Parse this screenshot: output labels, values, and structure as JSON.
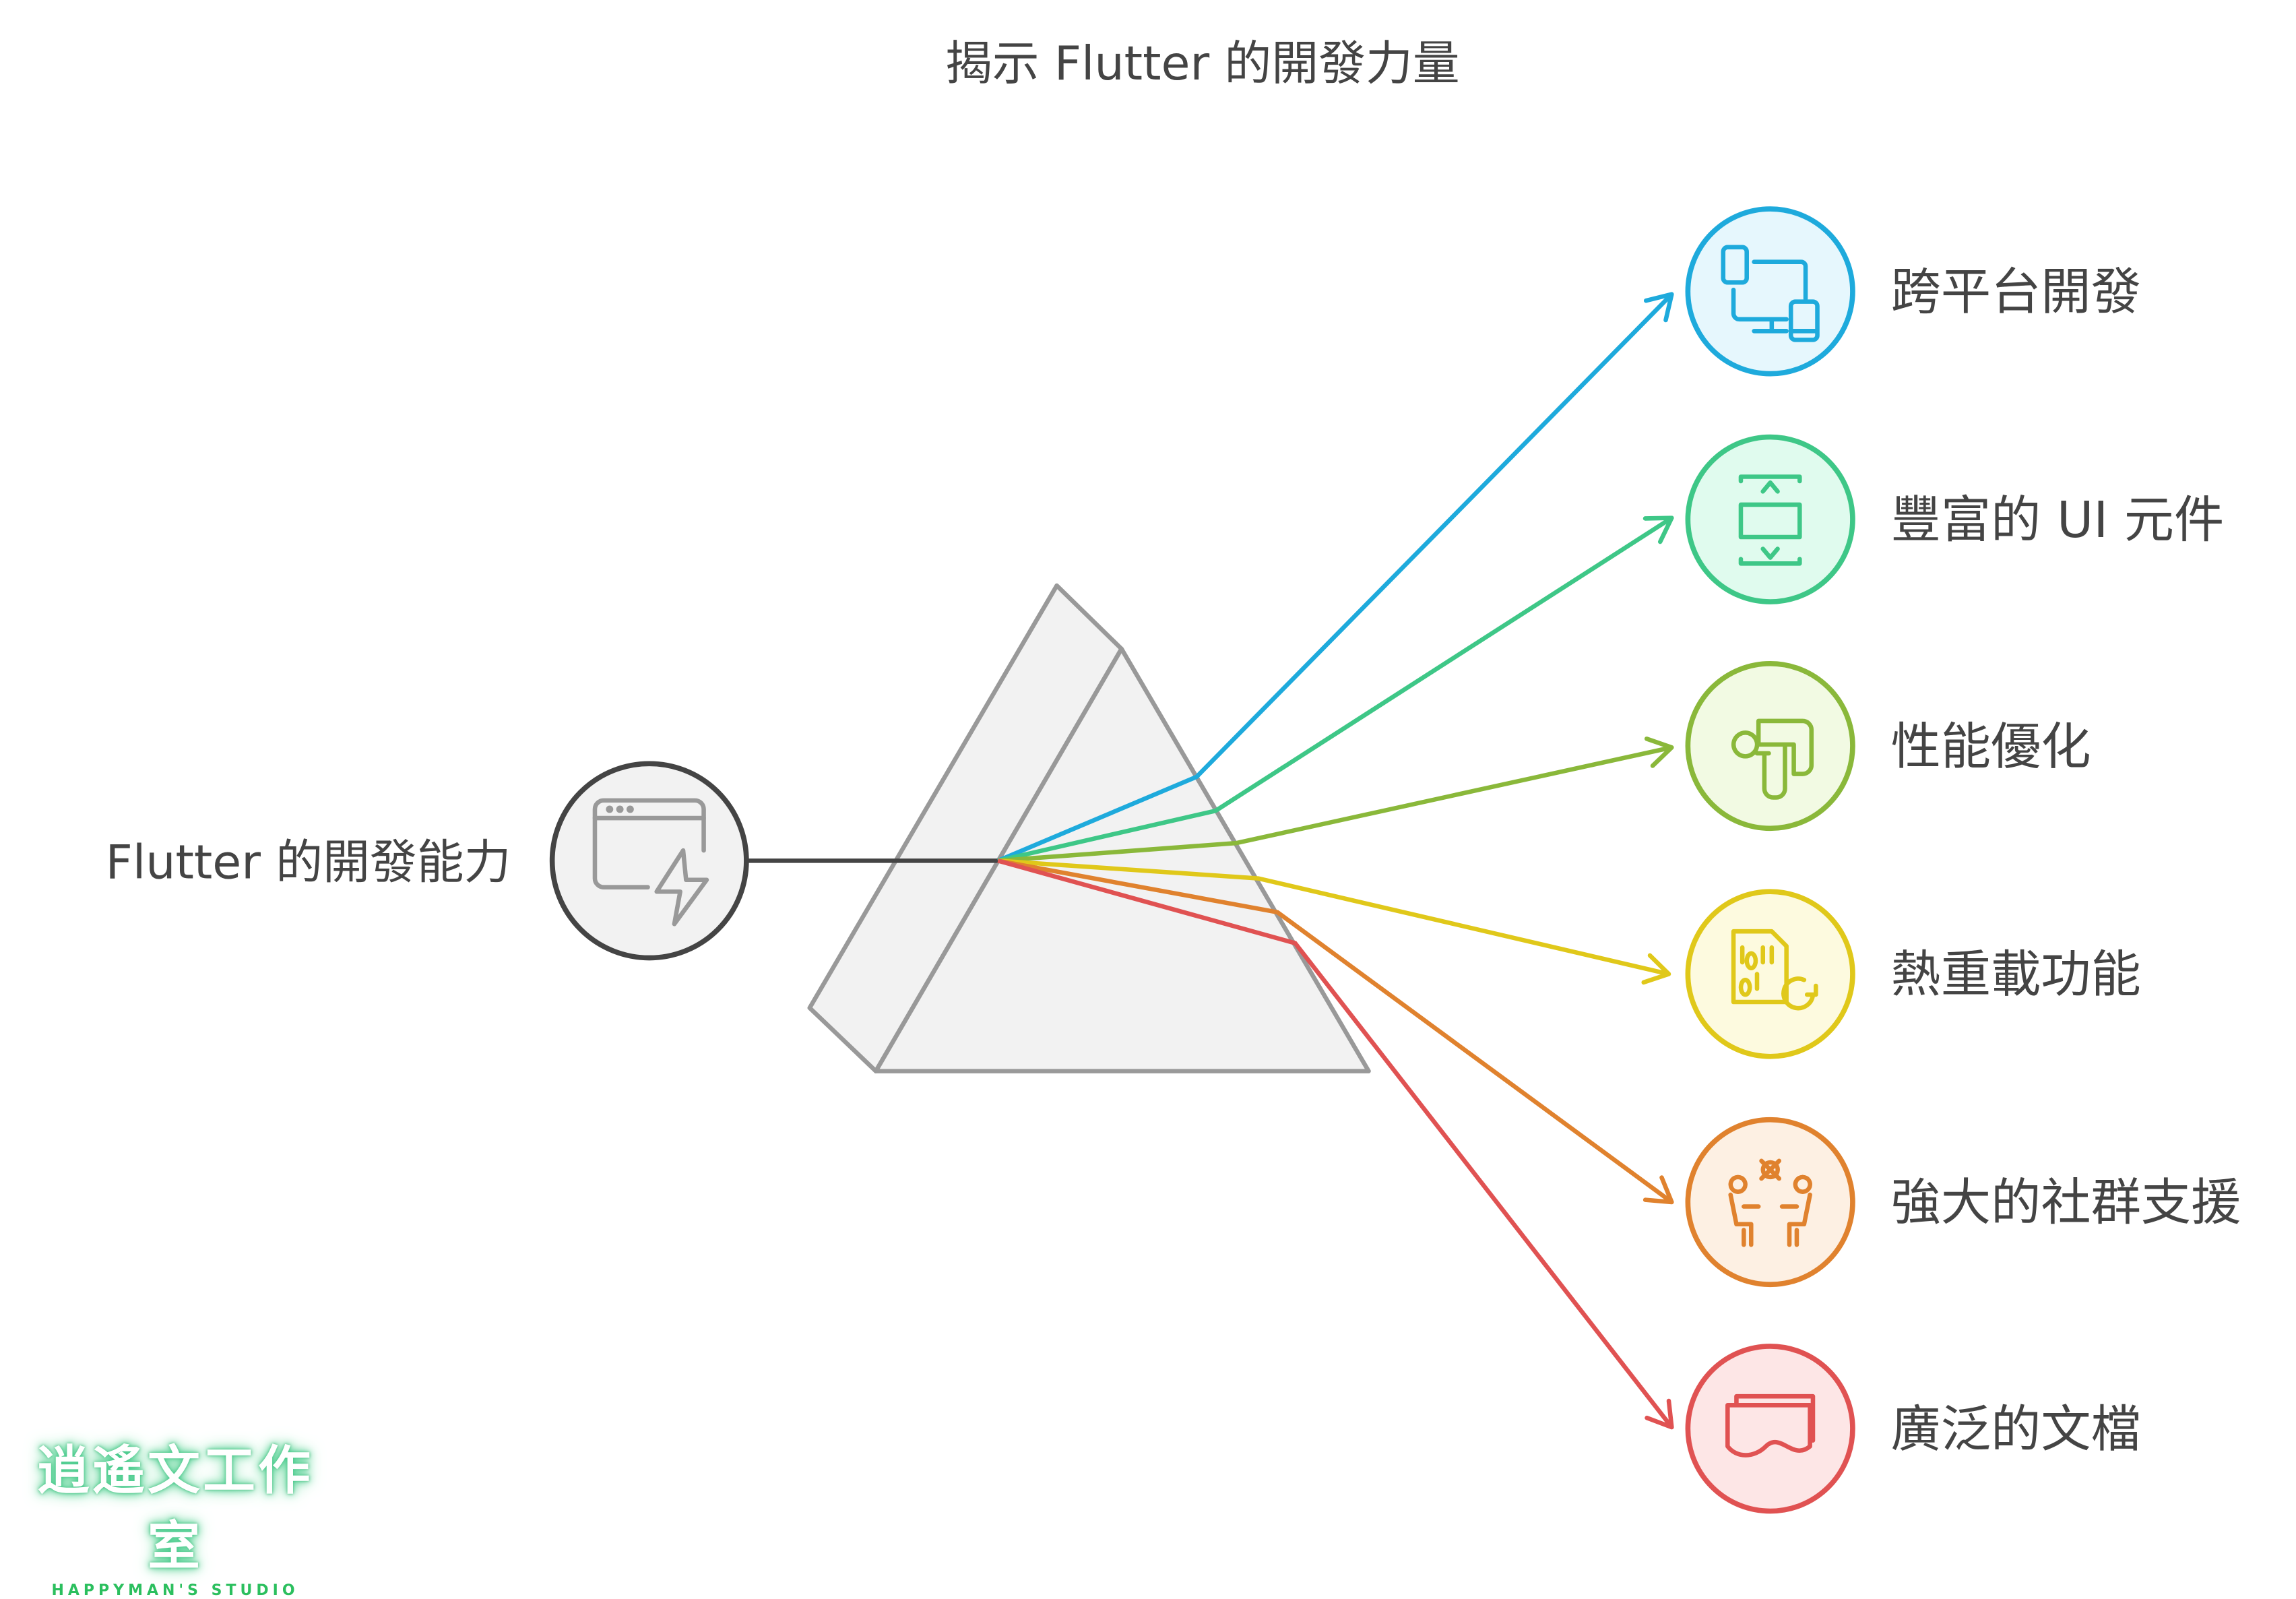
{
  "title": "揭示 Flutter 的開發力量",
  "source": {
    "label": "Flutter 的開發能力",
    "icon": "app-window-lightning-icon",
    "color": "#444444"
  },
  "prism": {
    "fill": "#f2f2f2",
    "stroke": "#999999"
  },
  "outputs": [
    {
      "label": "跨平台開發",
      "icon": "devices-icon",
      "color": "#1eaadc",
      "fill": "#e6f7fd"
    },
    {
      "label": "豐富的 UI 元件",
      "icon": "resize-frame-icon",
      "color": "#3ec787",
      "fill": "#e0fbee"
    },
    {
      "label": "性能優化",
      "icon": "pipe-route-icon",
      "color": "#8ab83a",
      "fill": "#f2fae3"
    },
    {
      "label": "熱重載功能",
      "icon": "binary-file-refresh-icon",
      "color": "#e0c81a",
      "fill": "#fdfadf"
    },
    {
      "label": "強大的社群支援",
      "icon": "community-people-icon",
      "color": "#e0822e",
      "fill": "#fdf0e3"
    },
    {
      "label": "廣泛的文檔",
      "icon": "document-scroll-icon",
      "color": "#e05252",
      "fill": "#fde6e6"
    }
  ],
  "watermark": {
    "title": "逍遙文工作室",
    "subtitle": "HAPPYMAN'S STUDIO"
  }
}
